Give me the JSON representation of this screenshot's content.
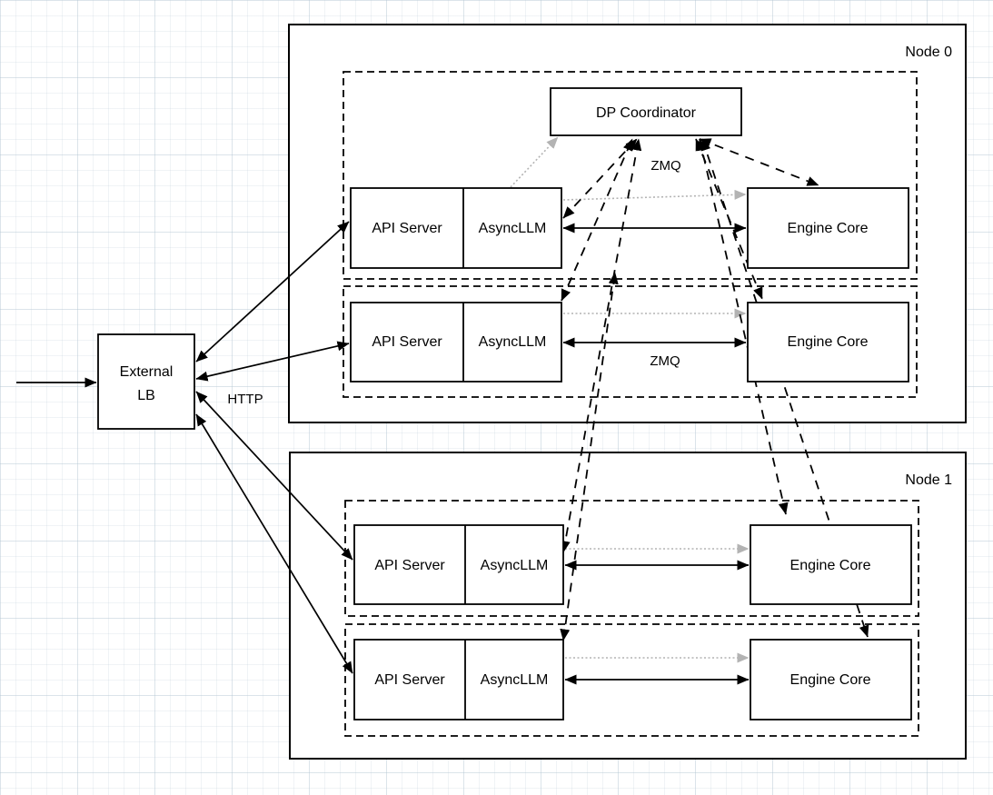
{
  "diagram": {
    "external_lb": {
      "line1": "External",
      "line2": "LB"
    },
    "dp_coordinator": {
      "label": "DP Coordinator"
    },
    "node0": {
      "label": "Node 0"
    },
    "node1": {
      "label": "Node 1"
    },
    "edge_labels": {
      "http": "HTTP",
      "zmq_coordinator": "ZMQ",
      "zmq_engine": "ZMQ"
    },
    "rows": [
      {
        "id": "node0-row1",
        "api_server": "API Server",
        "async_llm": "AsyncLLM",
        "engine_core": "Engine Core"
      },
      {
        "id": "node0-row2",
        "api_server": "API Server",
        "async_llm": "AsyncLLM",
        "engine_core": "Engine Core"
      },
      {
        "id": "node1-row1",
        "api_server": "API Server",
        "async_llm": "AsyncLLM",
        "engine_core": "Engine Core"
      },
      {
        "id": "node1-row2",
        "api_server": "API Server",
        "async_llm": "AsyncLLM",
        "engine_core": "Engine Core"
      }
    ],
    "colors": {
      "line": "#000000",
      "gray_link": "#b3b3b3",
      "box_fill": "#ffffff"
    }
  }
}
